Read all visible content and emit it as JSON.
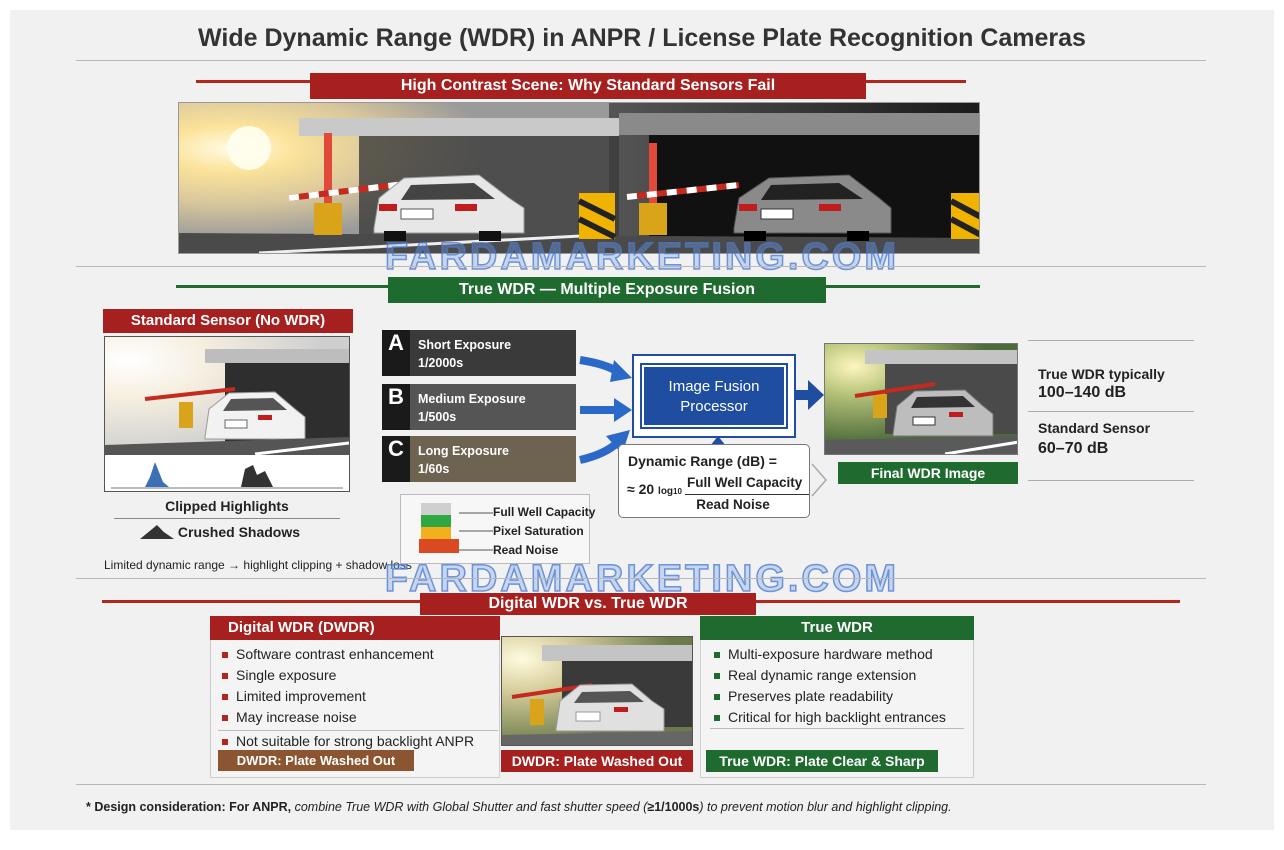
{
  "title": "Wide Dynamic Range (WDR) in ANPR / License Plate Recognition Cameras",
  "watermark": "FARDAMARKETING.COM",
  "section1": {
    "title": "High Contrast Scene: Why Standard Sensors Fail"
  },
  "section2": {
    "title": "True WDR — Multiple Exposure Fusion",
    "standard_sensor": {
      "label": "Standard Sensor (No WDR)",
      "clipped_highlights": "Clipped Highlights",
      "crushed_shadows": "Crushed Shadows",
      "caption": "Limited dynamic range → highlight clipping + shadow loss"
    },
    "exposures": [
      {
        "letter": "A",
        "name": "Short Exposure",
        "shutter": "1/2000s"
      },
      {
        "letter": "B",
        "name": "Medium Exposure",
        "shutter": "1/500s"
      },
      {
        "letter": "C",
        "name": "Long Exposure",
        "shutter": "1/60s"
      }
    ],
    "pixel_legend": [
      "Full Well Capacity",
      "Pixel Saturation",
      "Read Noise"
    ],
    "processor": {
      "line1": "Image Fusion",
      "line2": "Processor"
    },
    "formula": {
      "title": "Dynamic Range (dB) =",
      "prefix": "≈ 20",
      "log": "log",
      "log_sub": "10",
      "numerator": "Full Well Capacity",
      "denominator": "Read Noise"
    },
    "final_label": "Final WDR Image",
    "specs": [
      {
        "name": "True WDR typically",
        "value": "100–140 dB"
      },
      {
        "name": "Standard Sensor",
        "value": "60–70 dB"
      }
    ]
  },
  "section3": {
    "title": "Digital WDR vs. True WDR",
    "dwdr": {
      "header": "Digital WDR (DWDR)",
      "items": [
        "Software contrast enhancement",
        "Single exposure",
        "Limited improvement",
        "May increase noise",
        "Not suitable for strong backlight ANPR"
      ],
      "footer": "DWDR: Plate Washed Out"
    },
    "middle_caption": "DWDR: Plate Washed Out",
    "truewdr": {
      "header": "True WDR",
      "items": [
        "Multi-exposure hardware method",
        "Real dynamic range extension",
        "Preserves plate readability",
        "Critical for high backlight entrances"
      ],
      "footer": "True WDR: Plate Clear & Sharp"
    }
  },
  "footnote": {
    "lead": "* Design consideration: For ANPR,",
    "italic1": "combine True WDR with Global Shutter and fast shutter speed (",
    "bold": "≥1/1000s",
    "italic2": ") to prevent motion blur and highlight clipping."
  },
  "colors": {
    "red": "#a5201f",
    "green": "#1f6b2f",
    "blue": "#1f4da0",
    "brown": "#8a5530"
  }
}
